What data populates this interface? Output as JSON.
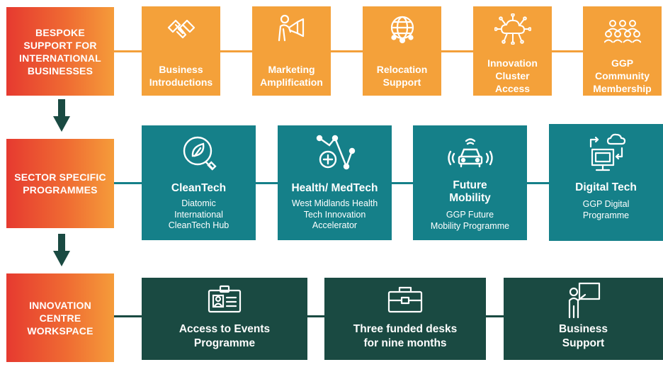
{
  "rows": [
    {
      "label": "BESPOKE\nSUPPORT FOR\nINTERNATIONAL\nBUSINESSES",
      "items": [
        {
          "title": "Business\nIntroductions",
          "icon": "handshake-icon"
        },
        {
          "title": "Marketing\nAmplification",
          "icon": "megaphone-person-icon"
        },
        {
          "title": "Relocation\nSupport",
          "icon": "globe-network-icon"
        },
        {
          "title": "Innovation\nCluster\nAccess",
          "icon": "cloud-network-icon"
        },
        {
          "title": "GGP\nCommunity\nMembership",
          "icon": "community-icon"
        }
      ]
    },
    {
      "label": "SECTOR SPECIFIC\nPROGRAMMES",
      "items": [
        {
          "title": "CleanTech",
          "subtitle": "Diatomic\nInternational\nCleanTech Hub",
          "icon": "leaf-plug-icon"
        },
        {
          "title": "Health/ MedTech",
          "subtitle": "West Midlands Health\nTech Innovation\nAccelerator",
          "icon": "health-chart-icon"
        },
        {
          "title": "Future\nMobility",
          "subtitle": "GGP Future\nMobility Programme",
          "icon": "connected-car-icon"
        },
        {
          "title": "Digital Tech",
          "subtitle": "GGP Digital\nProgramme",
          "icon": "computer-cloud-icon"
        }
      ]
    },
    {
      "label": "INNOVATION\nCENTRE\nWORKSPACE",
      "items": [
        {
          "title": "Access to Events\nProgramme",
          "icon": "id-badge-icon"
        },
        {
          "title": "Three funded desks\nfor nine months",
          "icon": "briefcase-icon"
        },
        {
          "title": "Business\nSupport",
          "icon": "presenter-board-icon"
        }
      ]
    }
  ],
  "colors": {
    "orange": "#f4a13a",
    "teal": "#158089",
    "dark_green": "#1a4a42",
    "arrow": "#1a4a42",
    "gradient_start": "#e63a30",
    "gradient_end": "#f59c3a"
  }
}
